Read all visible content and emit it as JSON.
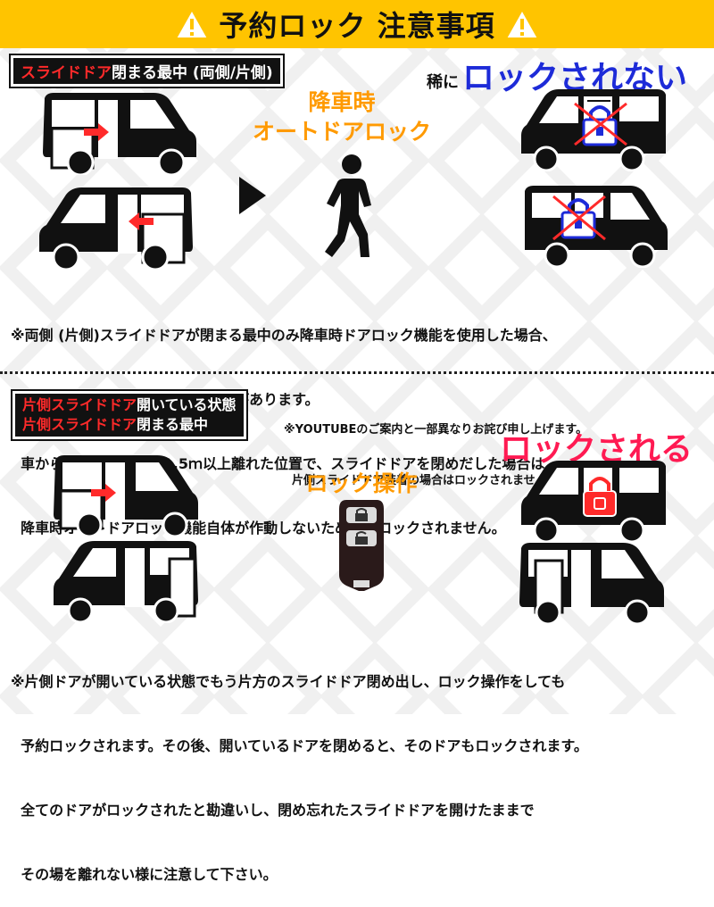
{
  "header": {
    "title": "予約ロック 注意事項"
  },
  "section1": {
    "badge_red": "スライドドア",
    "badge_white": "閉まる最中 (両側/片側)",
    "center_title_line1": "降車時",
    "center_title_line2": "オートドアロック",
    "right_prefix": "稀に",
    "right_title": "ロックされない",
    "note_lines": [
      "※両側 (片側)スライドドアが閉まる最中のみ降車時ドアロック機能を使用した場合、",
      "  稀に予約ロックが反応しない場合があります。",
      "  車からスマートキーが1.5ｍ以上離れた位置で、スライドドアを閉めだした場合は",
      "  降車時オートドアロック機能自体が作動しないため予約ロックされません。"
    ]
  },
  "section2": {
    "badge1_red": "片側スライドドア",
    "badge1_white": "開いている状態",
    "badge2_red": "片側スライドドア",
    "badge2_white": "閉まる最中",
    "youtube_line1": "※YOUTUBEのご案内と一部異なりお詫び申し上げます。",
    "youtube_line2": "  片側スライドドア装着の場合はロックされません",
    "center_title": "ロック操作",
    "right_title": "ロックされる",
    "note_lines": [
      "※片側ドアが開いている状態でもう片方のスライドドア閉め出し、ロック操作をしても",
      "  予約ロックされます。その後、開いているドアを閉めると、そのドアもロックされます。",
      "  全てのドアがロックされたと勘違いし、閉め忘れたスライドドアを開けたままで",
      "  その場を離れない様に注意して下さい。"
    ]
  },
  "colors": {
    "header_bg": "#ffc400",
    "accent_red": "#ff2a2a",
    "accent_orange": "#ff9a00",
    "accent_blue": "#1d2bd8",
    "accent_pink": "#ff1a52"
  }
}
